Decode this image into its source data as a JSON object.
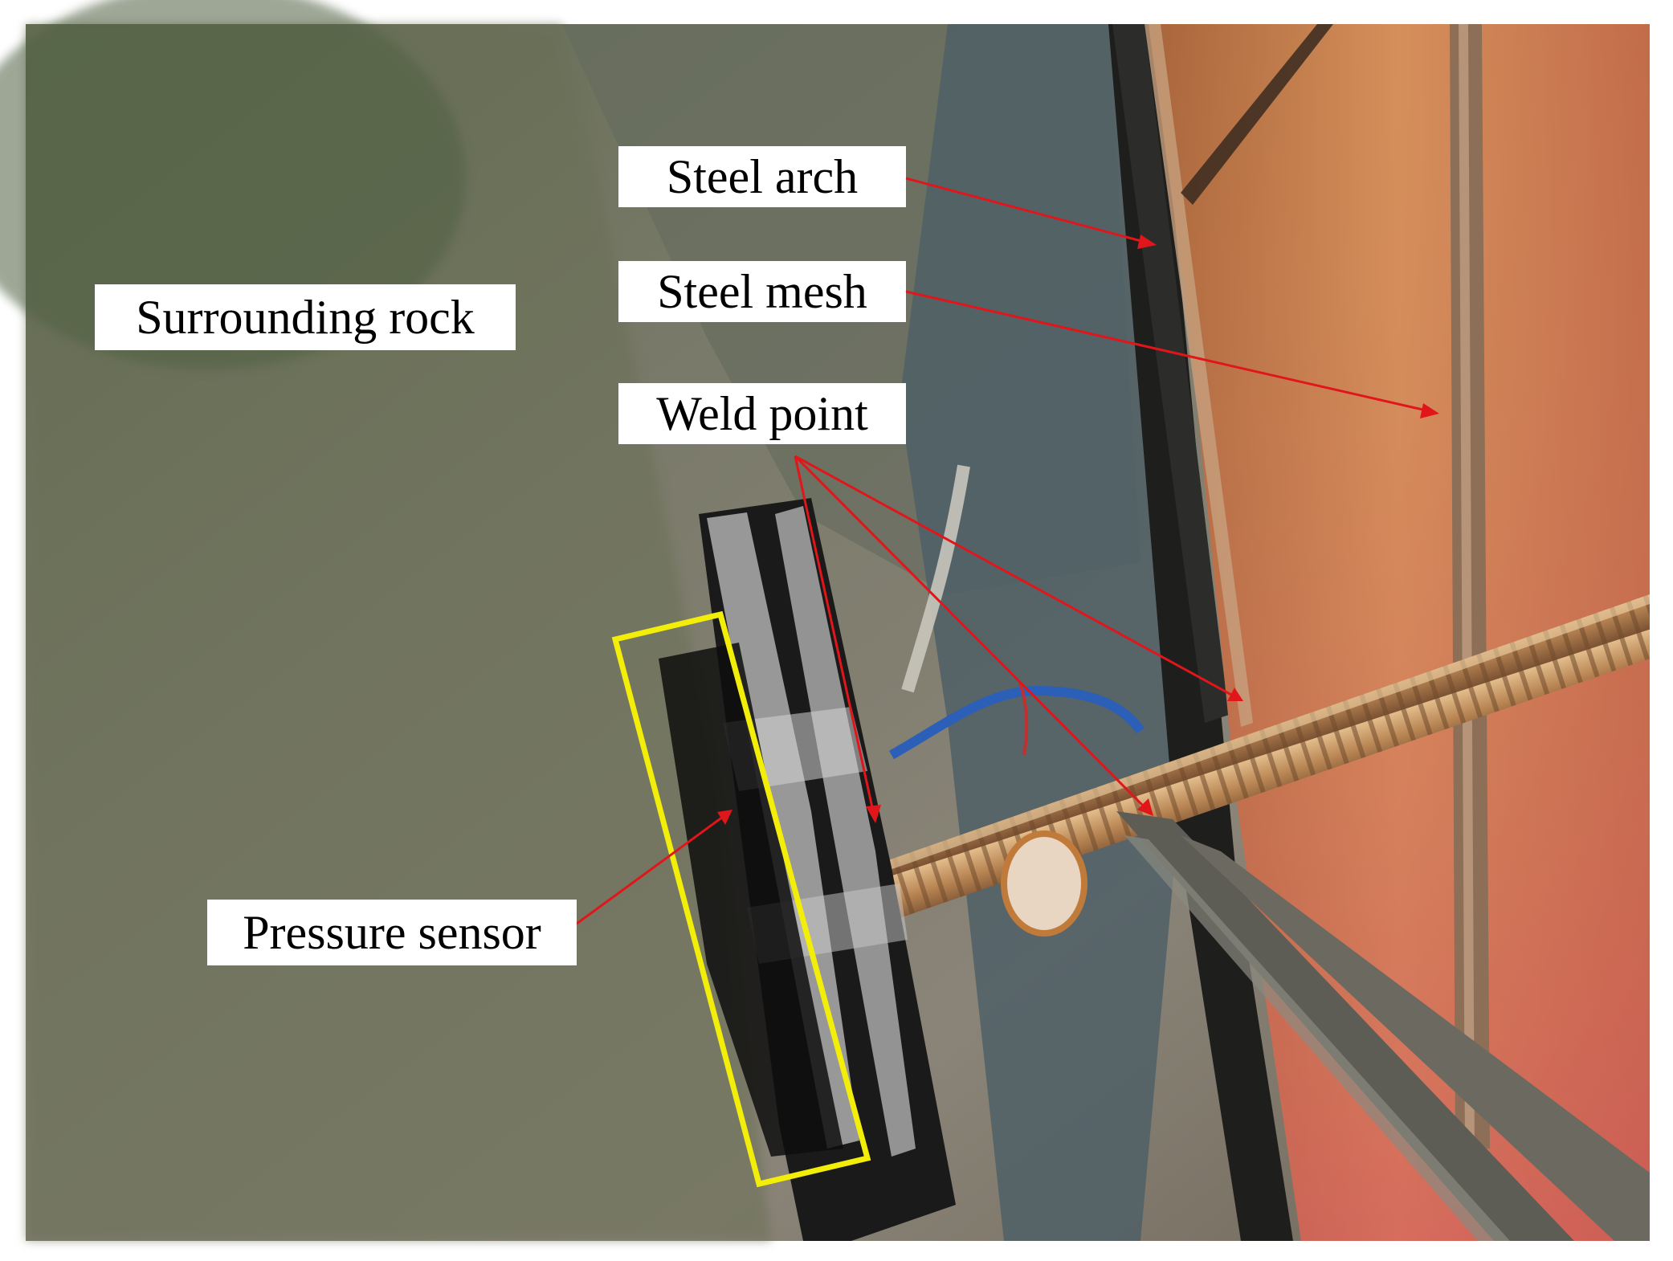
{
  "labels": {
    "steel_arch": "Steel arch",
    "steel_mesh": "Steel mesh",
    "weld_point": "Weld point",
    "surrounding_rock": "Surrounding rock",
    "pressure_sensor": "Pressure sensor"
  },
  "colors": {
    "annotation_arrow": "#e0161b",
    "sensor_highlight": "#f2ee0a",
    "label_background": "#ffffff",
    "label_text": "#000000"
  }
}
